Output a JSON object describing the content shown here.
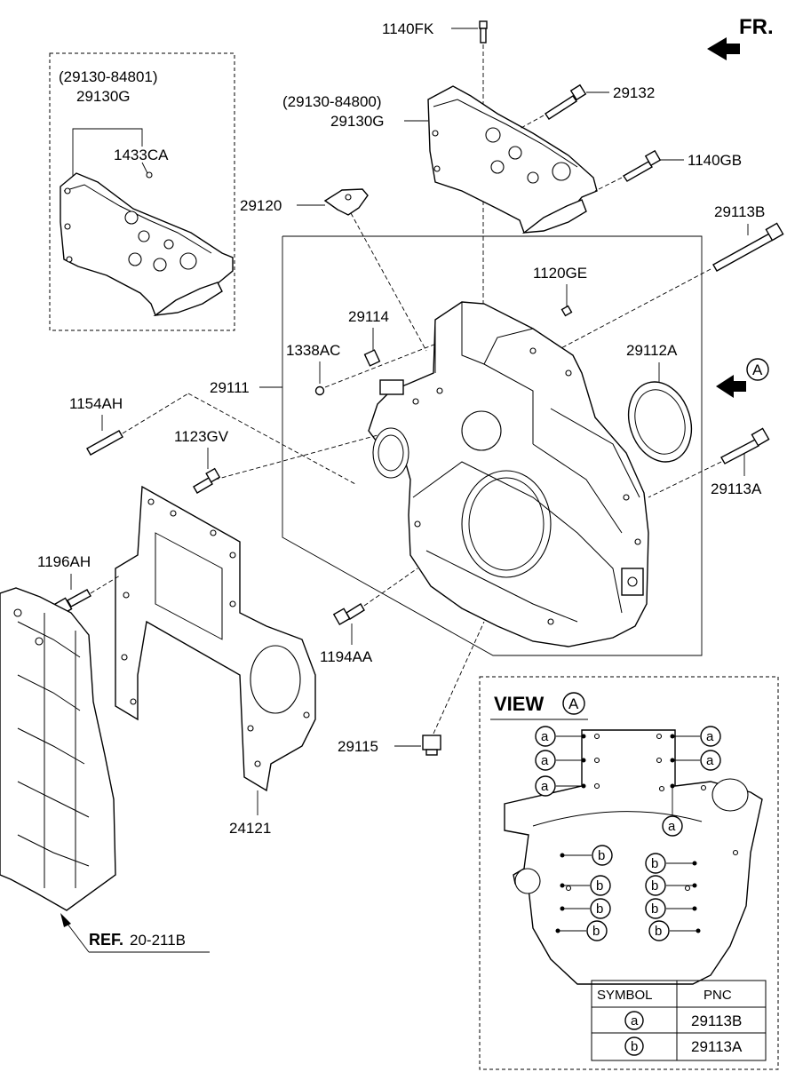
{
  "direction": {
    "label": "FR."
  },
  "labels": {
    "p1140FK": "1140FK",
    "p29130_84801": "(29130-84801)",
    "p29130G_left": "29130G",
    "p1433CA": "1433CA",
    "p29130_84800": "(29130-84800)",
    "p29130G_right": "29130G",
    "p29132": "29132",
    "p1140GB": "1140GB",
    "p29120": "29120",
    "p29113B": "29113B",
    "p1120GE": "1120GE",
    "p29114": "29114",
    "p1338AC": "1338AC",
    "p29112A": "29112A",
    "p29111": "29111",
    "p1154AH": "1154AH",
    "p1123GV": "1123GV",
    "p29113A": "29113A",
    "p1196AH": "1196AH",
    "p1194AA": "1194AA",
    "p29115": "29115",
    "p24121": "24121",
    "view_a_marker": "A"
  },
  "reference": {
    "prefix": "REF.",
    "value": "20-211B"
  },
  "view": {
    "title": "VIEW",
    "marker": "A",
    "symbol_a": "a",
    "symbol_b": "b"
  },
  "table": {
    "headers": [
      "SYMBOL",
      "PNC"
    ],
    "rows": [
      {
        "symbol": "a",
        "pnc": "29113B"
      },
      {
        "symbol": "b",
        "pnc": "29113A"
      }
    ]
  }
}
